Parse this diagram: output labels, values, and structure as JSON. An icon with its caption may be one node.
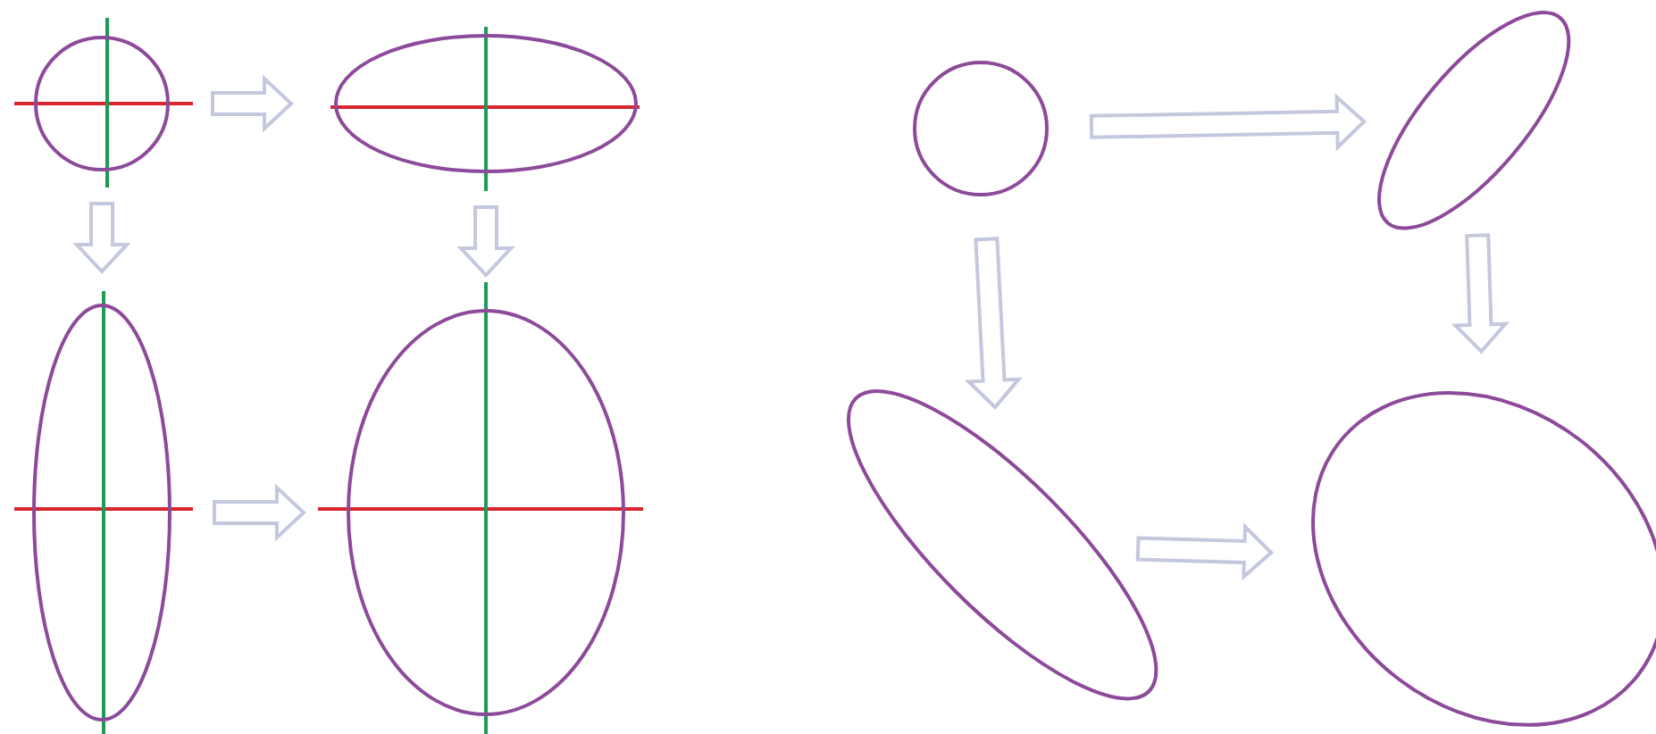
{
  "diagram": {
    "nodes": [
      {
        "text": [],
        "shape": "circle"
      },
      {
        "text": [],
        "shape": "ellipse"
      },
      {
        "text": [],
        "shape": "ellipse"
      },
      {
        "text": [],
        "shape": "ellipse"
      },
      {
        "text": [],
        "shape": "circle"
      },
      {
        "text": [],
        "shape": "ellipse"
      },
      {
        "text": [],
        "shape": "ellipse"
      },
      {
        "text": [],
        "shape": "ellipse"
      }
    ],
    "edges": [
      {
        "from": 0,
        "to": 1,
        "arrow": "to"
      },
      {
        "from": 0,
        "to": 2,
        "arrow": "to"
      },
      {
        "from": 1,
        "to": 3,
        "arrow": "to"
      },
      {
        "from": 2,
        "to": 3,
        "arrow": "to"
      },
      {
        "from": 4,
        "to": 5,
        "arrow": "to"
      },
      {
        "from": 4,
        "to": 6,
        "arrow": "to"
      },
      {
        "from": 5,
        "to": 7,
        "arrow": "to"
      },
      {
        "from": 6,
        "to": 7,
        "arrow": "to"
      }
    ]
  }
}
